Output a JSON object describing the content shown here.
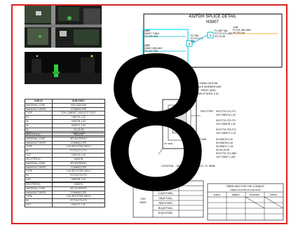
{
  "splice": {
    "title": "432FDH SPLICE DETAIL",
    "subtitle": "H3007",
    "left_top": [
      "288F",
      "H3007 T:284+",
      "XD,305-288"
    ],
    "left_bottom": [
      "288F",
      "H3007 289-360+",
      "XD,157-288"
    ],
    "tail_label": [
      "F2 TAIL",
      "FCT21:271-",
      "288"
    ],
    "right_label": [
      "F1 48F TAIL",
      "FCT21:271-288",
      "XD,13-48"
    ],
    "far_right": [
      "144F",
      "FCT21 289-360+",
      "XD,25-144"
    ],
    "bottom_stub": "48F"
  },
  "fdh": {
    "header": [
      "70535-0314735",
      "2844 E BORDER AVE",
      "H3007 (432)",
      "SPLITTERS 1:32"
    ],
    "splitter_label": "SPLITTER",
    "hub_label": "HUB",
    "ports": [
      "IN   FCT21:271-271",
      "OUT  H3007A 1-32",
      "IN   FCT21:272-272",
      "OUT  H3007B 1-32",
      "IN   FCT21:273-273",
      "OUT  H3007C 1-32",
      "IN   H3007A 1-32",
      "IN   H3007B 1-32",
      "IN   H3007C 1-32",
      "IN   XD,15-48",
      "IN   FCT21:271-288+",
      "OUT  H3007 1-432"
    ],
    "address": "LOCATION: ...ORDER AVE, WESLACO, TX 78596",
    "scale_note": "WT SIDE"
  },
  "left_table_1": {
    "head": [
      "HUB ID",
      "HUB H3007"
    ],
    "rows": [
      [
        "MATERIAL CODE",
        "FDH 432/UOR"
      ],
      [
        "MANUFACTURER",
        "COMMSCOPE"
      ],
      [
        "TYPE",
        "FDH CABINET 432/UOTF POLE"
      ],
      [
        "IN",
        "H3007A 1-32"
      ],
      [
        "IN",
        "H3007B 1-32"
      ],
      [
        "IN",
        "H3007C 1-32"
      ],
      [
        "IN",
        "XD,15-48"
      ],
      [
        "OUT",
        "H3007 1-432"
      ]
    ]
  },
  "left_table_2": {
    "rows": [
      [
        "SPLITTER ID",
        "H3007A"
      ],
      [
        "MATERIAL CODE",
        "SPL32UPRGE1"
      ],
      [
        "MANUFACTURER",
        "COMMSCOPE"
      ],
      [
        "TYPE",
        "1:32 SPLITTER GEN 3"
      ],
      [
        "IN",
        "FCT21:271-271"
      ],
      [
        "OUT",
        "H3007A 1-32"
      ]
    ]
  },
  "left_table_3": {
    "rows": [
      [
        "SPLITTER ID",
        "H3007B"
      ],
      [
        "MATERIAL CODE",
        "SPL32UPRGE1"
      ],
      [
        "MANUFACTURER",
        "COMMSCOPE"
      ],
      [
        "TYPE",
        "1:32 SPLITTER GEN 3"
      ],
      [
        "IN",
        "FCT21:272-272"
      ],
      [
        "OUT",
        "H3007B 1-32"
      ]
    ]
  },
  "left_table_4": {
    "rows": [
      [
        "SPLITTER ID",
        "H3007C"
      ],
      [
        "MATERIAL CODE",
        "SPL32UPRGE1"
      ],
      [
        "MANUFACTURER",
        "COMMSCOPE"
      ],
      [
        "TYPE",
        "1:32 SPLITTER GEN 3"
      ],
      [
        "IN",
        "FCT21:273-273"
      ],
      [
        "OUT",
        "H3007C 1-32"
      ]
    ]
  },
  "units": {
    "title": "UNITS/ENGINEERED",
    "side_label": [
      "FDH",
      "H3007"
    ],
    "rows": [
      "LU1(ACTUAL)",
      "LU1(FUTURE)",
      "SB(ACTUAL)",
      "SB(FUTURE)",
      "BL1(ACTUAL)",
      "BL1(FUTURE)"
    ]
  },
  "fiber_info": {
    "title": "FIBER INFO FOR THE CONDUIT",
    "subtitle": "FIBER LOCATED IN THIS ROW",
    "cols": [
      "CABLE",
      "FIBERS",
      "STRANDS",
      "PORTS"
    ]
  },
  "overlay_digit": "8"
}
